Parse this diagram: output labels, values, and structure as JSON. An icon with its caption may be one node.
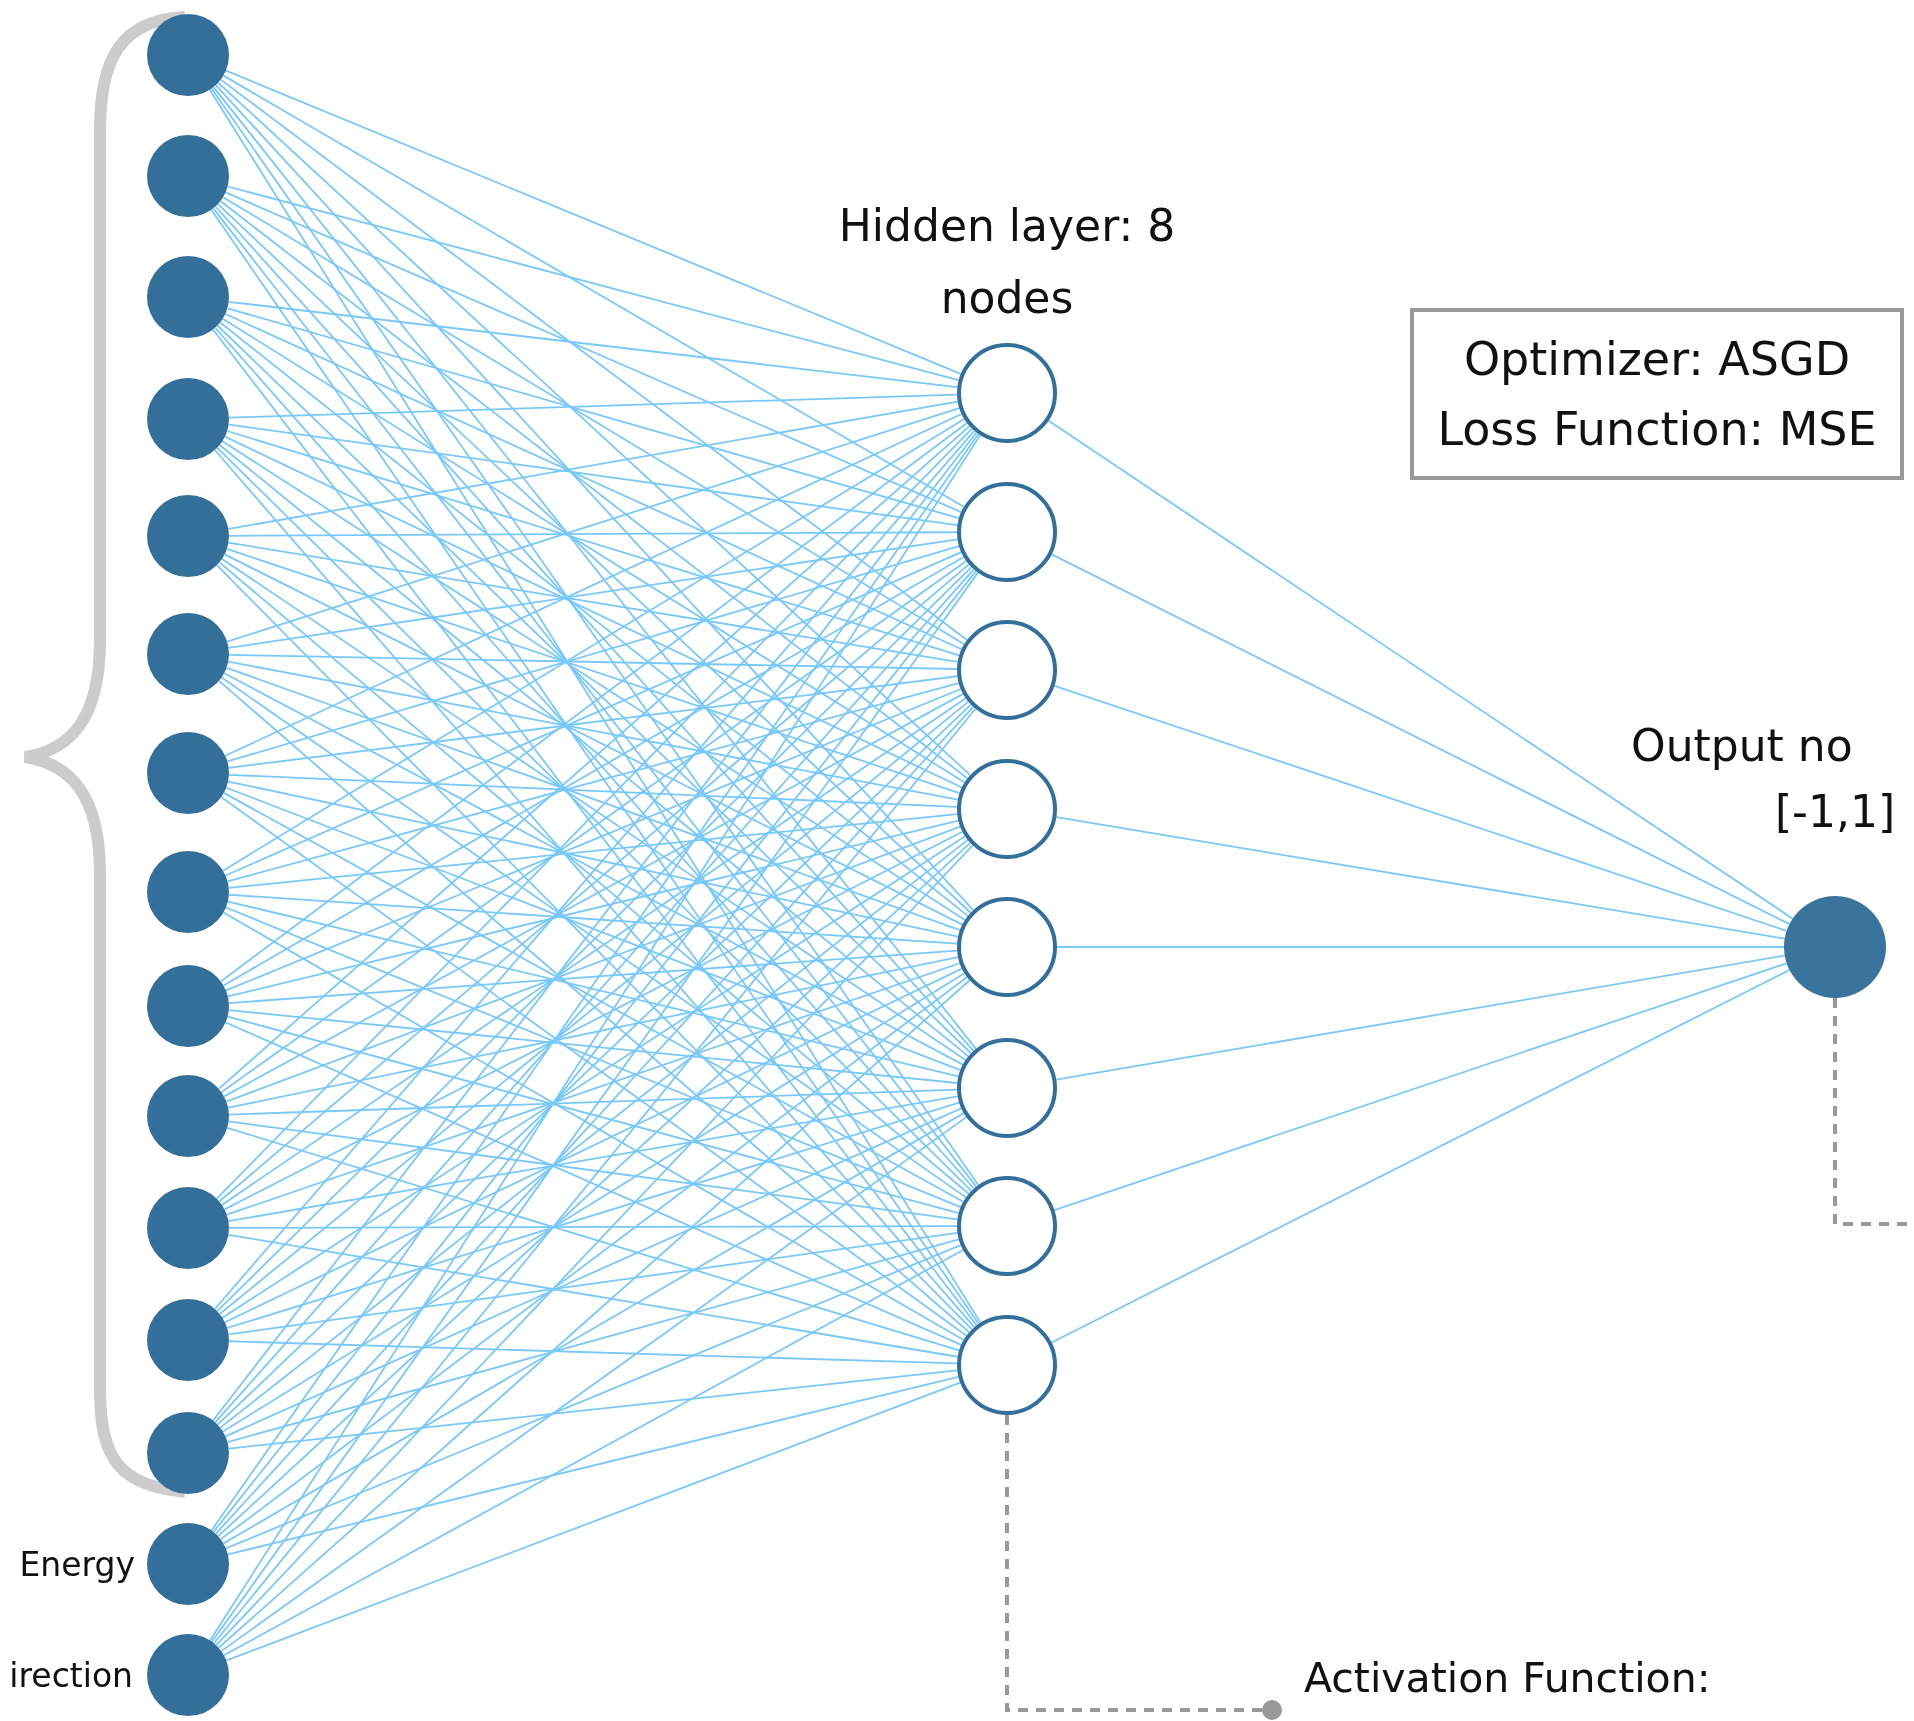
{
  "diagram": {
    "nodes": [
      {
        "text": [],
        "shape": "circle"
      },
      {
        "text": [],
        "shape": "circle"
      },
      {
        "text": [],
        "shape": "circle"
      },
      {
        "text": [],
        "shape": "circle"
      },
      {
        "text": [],
        "shape": "circle"
      },
      {
        "text": [],
        "shape": "circle"
      },
      {
        "text": [],
        "shape": "circle"
      },
      {
        "text": [],
        "shape": "circle"
      },
      {
        "text": [],
        "shape": "circle"
      },
      {
        "text": [],
        "shape": "circle"
      },
      {
        "text": [],
        "shape": "circle"
      },
      {
        "text": [],
        "shape": "circle"
      },
      {
        "text": [],
        "shape": "circle"
      },
      {
        "text": [],
        "shape": "circle",
        "beside": [
          "Energy"
        ]
      },
      {
        "text": [],
        "shape": "circle",
        "beside": [
          "irection"
        ]
      },
      {
        "text": [],
        "shape": "circle"
      },
      {
        "text": [],
        "shape": "circle"
      },
      {
        "text": [],
        "shape": "circle"
      },
      {
        "text": [],
        "shape": "circle"
      },
      {
        "text": [],
        "shape": "circle"
      },
      {
        "text": [],
        "shape": "circle"
      },
      {
        "text": [],
        "shape": "circle"
      },
      {
        "text": [],
        "shape": "circle"
      },
      {
        "text": [],
        "shape": "circle",
        "beside": [
          "Output no",
          "[-1,1]"
        ]
      },
      {
        "text": [
          "Optimizer: ASGD Loss Function: MSE"
        ]
      },
      {
        "text": [
          "Activation Function:"
        ]
      }
    ],
    "edges": [
      {
        "from": 0,
        "to": 15,
        "arrow": "none"
      },
      {
        "from": 0,
        "to": 16,
        "arrow": "none"
      },
      {
        "from": 0,
        "to": 17,
        "arrow": "none"
      },
      {
        "from": 0,
        "to": 18,
        "arrow": "none"
      },
      {
        "from": 0,
        "to": 19,
        "arrow": "none"
      },
      {
        "from": 0,
        "to": 20,
        "arrow": "none"
      },
      {
        "from": 0,
        "to": 21,
        "arrow": "none"
      },
      {
        "from": 0,
        "to": 22,
        "arrow": "none"
      },
      {
        "from": 1,
        "to": 15,
        "arrow": "none"
      },
      {
        "from": 1,
        "to": 16,
        "arrow": "none"
      },
      {
        "from": 1,
        "to": 17,
        "arrow": "none"
      },
      {
        "from": 1,
        "to": 18,
        "arrow": "none"
      },
      {
        "from": 1,
        "to": 19,
        "arrow": "none"
      },
      {
        "from": 1,
        "to": 20,
        "arrow": "none"
      },
      {
        "from": 1,
        "to": 21,
        "arrow": "none"
      },
      {
        "from": 1,
        "to": 22,
        "arrow": "none"
      },
      {
        "from": 2,
        "to": 15,
        "arrow": "none"
      },
      {
        "from": 2,
        "to": 16,
        "arrow": "none"
      },
      {
        "from": 2,
        "to": 17,
        "arrow": "none"
      },
      {
        "from": 2,
        "to": 18,
        "arrow": "none"
      },
      {
        "from": 2,
        "to": 19,
        "arrow": "none"
      },
      {
        "from": 2,
        "to": 20,
        "arrow": "none"
      },
      {
        "from": 2,
        "to": 21,
        "arrow": "none"
      },
      {
        "from": 2,
        "to": 22,
        "arrow": "none"
      },
      {
        "from": 3,
        "to": 15,
        "arrow": "none"
      },
      {
        "from": 3,
        "to": 16,
        "arrow": "none"
      },
      {
        "from": 3,
        "to": 17,
        "arrow": "none"
      },
      {
        "from": 3,
        "to": 18,
        "arrow": "none"
      },
      {
        "from": 3,
        "to": 19,
        "arrow": "none"
      },
      {
        "from": 3,
        "to": 20,
        "arrow": "none"
      },
      {
        "from": 3,
        "to": 21,
        "arrow": "none"
      },
      {
        "from": 3,
        "to": 22,
        "arrow": "none"
      },
      {
        "from": 4,
        "to": 15,
        "arrow": "none"
      },
      {
        "from": 4,
        "to": 16,
        "arrow": "none"
      },
      {
        "from": 4,
        "to": 17,
        "arrow": "none"
      },
      {
        "from": 4,
        "to": 18,
        "arrow": "none"
      },
      {
        "from": 4,
        "to": 19,
        "arrow": "none"
      },
      {
        "from": 4,
        "to": 20,
        "arrow": "none"
      },
      {
        "from": 4,
        "to": 21,
        "arrow": "none"
      },
      {
        "from": 4,
        "to": 22,
        "arrow": "none"
      },
      {
        "from": 5,
        "to": 15,
        "arrow": "none"
      },
      {
        "from": 5,
        "to": 16,
        "arrow": "none"
      },
      {
        "from": 5,
        "to": 17,
        "arrow": "none"
      },
      {
        "from": 5,
        "to": 18,
        "arrow": "none"
      },
      {
        "from": 5,
        "to": 19,
        "arrow": "none"
      },
      {
        "from": 5,
        "to": 20,
        "arrow": "none"
      },
      {
        "from": 5,
        "to": 21,
        "arrow": "none"
      },
      {
        "from": 5,
        "to": 22,
        "arrow": "none"
      },
      {
        "from": 6,
        "to": 15,
        "arrow": "none"
      },
      {
        "from": 6,
        "to": 16,
        "arrow": "none"
      },
      {
        "from": 6,
        "to": 17,
        "arrow": "none"
      },
      {
        "from": 6,
        "to": 18,
        "arrow": "none"
      },
      {
        "from": 6,
        "to": 19,
        "arrow": "none"
      },
      {
        "from": 6,
        "to": 20,
        "arrow": "none"
      },
      {
        "from": 6,
        "to": 21,
        "arrow": "none"
      },
      {
        "from": 6,
        "to": 22,
        "arrow": "none"
      },
      {
        "from": 7,
        "to": 15,
        "arrow": "none"
      },
      {
        "from": 7,
        "to": 16,
        "arrow": "none"
      },
      {
        "from": 7,
        "to": 17,
        "arrow": "none"
      },
      {
        "from": 7,
        "to": 18,
        "arrow": "none"
      },
      {
        "from": 7,
        "to": 19,
        "arrow": "none"
      },
      {
        "from": 7,
        "to": 20,
        "arrow": "none"
      },
      {
        "from": 7,
        "to": 21,
        "arrow": "none"
      },
      {
        "from": 7,
        "to": 22,
        "arrow": "none"
      },
      {
        "from": 8,
        "to": 15,
        "arrow": "none"
      },
      {
        "from": 8,
        "to": 16,
        "arrow": "none"
      },
      {
        "from": 8,
        "to": 17,
        "arrow": "none"
      },
      {
        "from": 8,
        "to": 18,
        "arrow": "none"
      },
      {
        "from": 8,
        "to": 19,
        "arrow": "none"
      },
      {
        "from": 8,
        "to": 20,
        "arrow": "none"
      },
      {
        "from": 8,
        "to": 21,
        "arrow": "none"
      },
      {
        "from": 8,
        "to": 22,
        "arrow": "none"
      },
      {
        "from": 9,
        "to": 15,
        "arrow": "none"
      },
      {
        "from": 9,
        "to": 16,
        "arrow": "none"
      },
      {
        "from": 9,
        "to": 17,
        "arrow": "none"
      },
      {
        "from": 9,
        "to": 18,
        "arrow": "none"
      },
      {
        "from": 9,
        "to": 19,
        "arrow": "none"
      },
      {
        "from": 9,
        "to": 20,
        "arrow": "none"
      },
      {
        "from": 9,
        "to": 21,
        "arrow": "none"
      },
      {
        "from": 9,
        "to": 22,
        "arrow": "none"
      },
      {
        "from": 10,
        "to": 15,
        "arrow": "none"
      },
      {
        "from": 10,
        "to": 16,
        "arrow": "none"
      },
      {
        "from": 10,
        "to": 17,
        "arrow": "none"
      },
      {
        "from": 10,
        "to": 18,
        "arrow": "none"
      },
      {
        "from": 10,
        "to": 19,
        "arrow": "none"
      },
      {
        "from": 10,
        "to": 20,
        "arrow": "none"
      },
      {
        "from": 10,
        "to": 21,
        "arrow": "none"
      },
      {
        "from": 10,
        "to": 22,
        "arrow": "none"
      },
      {
        "from": 11,
        "to": 15,
        "arrow": "none"
      },
      {
        "from": 11,
        "to": 16,
        "arrow": "none"
      },
      {
        "from": 11,
        "to": 17,
        "arrow": "none"
      },
      {
        "from": 11,
        "to": 18,
        "arrow": "none"
      },
      {
        "from": 11,
        "to": 19,
        "arrow": "none"
      },
      {
        "from": 11,
        "to": 20,
        "arrow": "none"
      },
      {
        "from": 11,
        "to": 21,
        "arrow": "none"
      },
      {
        "from": 11,
        "to": 22,
        "arrow": "none"
      },
      {
        "from": 12,
        "to": 15,
        "arrow": "none"
      },
      {
        "from": 12,
        "to": 16,
        "arrow": "none"
      },
      {
        "from": 12,
        "to": 17,
        "arrow": "none"
      },
      {
        "from": 12,
        "to": 18,
        "arrow": "none"
      },
      {
        "from": 12,
        "to": 19,
        "arrow": "none"
      },
      {
        "from": 12,
        "to": 20,
        "arrow": "none"
      },
      {
        "from": 12,
        "to": 21,
        "arrow": "none"
      },
      {
        "from": 12,
        "to": 22,
        "arrow": "none"
      },
      {
        "from": 13,
        "to": 15,
        "arrow": "none"
      },
      {
        "from": 13,
        "to": 16,
        "arrow": "none"
      },
      {
        "from": 13,
        "to": 17,
        "arrow": "none"
      },
      {
        "from": 13,
        "to": 18,
        "arrow": "none"
      },
      {
        "from": 13,
        "to": 19,
        "arrow": "none"
      },
      {
        "from": 13,
        "to": 20,
        "arrow": "none"
      },
      {
        "from": 13,
        "to": 21,
        "arrow": "none"
      },
      {
        "from": 13,
        "to": 22,
        "arrow": "none"
      },
      {
        "from": 14,
        "to": 15,
        "arrow": "none"
      },
      {
        "from": 14,
        "to": 16,
        "arrow": "none"
      },
      {
        "from": 14,
        "to": 17,
        "arrow": "none"
      },
      {
        "from": 14,
        "to": 18,
        "arrow": "none"
      },
      {
        "from": 14,
        "to": 19,
        "arrow": "none"
      },
      {
        "from": 14,
        "to": 20,
        "arrow": "none"
      },
      {
        "from": 14,
        "to": 21,
        "arrow": "none"
      },
      {
        "from": 14,
        "to": 22,
        "arrow": "none"
      },
      {
        "from": 15,
        "to": 23,
        "arrow": "none"
      },
      {
        "from": 16,
        "to": 23,
        "arrow": "none"
      },
      {
        "from": 17,
        "to": 23,
        "arrow": "none"
      },
      {
        "from": 18,
        "to": 23,
        "arrow": "none"
      },
      {
        "from": 19,
        "to": 23,
        "arrow": "none"
      },
      {
        "from": 20,
        "to": 23,
        "arrow": "none"
      },
      {
        "from": 21,
        "to": 23,
        "arrow": "none"
      },
      {
        "from": 22,
        "to": 23,
        "arrow": "none"
      },
      {
        "from": 22,
        "to": 25,
        "arrow": "other",
        "style": "dashed",
        "color": "#999999"
      },
      {
        "from": 23,
        "to": null,
        "arrow": "none",
        "style": "dashed",
        "color": "#999999"
      }
    ],
    "labels": [
      "Hidden layer: 8 nodes"
    ]
  }
}
